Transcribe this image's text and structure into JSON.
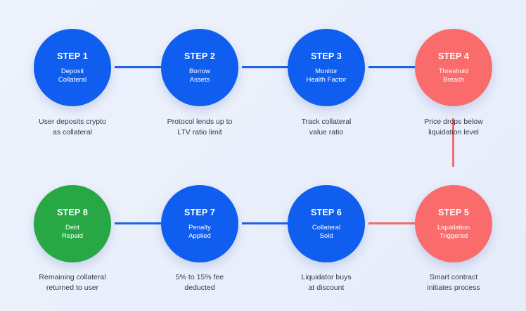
{
  "colors": {
    "blue": "#0f5ef0",
    "red": "#fa6b6b",
    "green": "#27a844",
    "connector_blue": "#1e62e8",
    "connector_red": "#f06e6e"
  },
  "steps": [
    {
      "title": "STEP 1",
      "label": [
        "Deposit",
        "Collateral"
      ],
      "desc": [
        "User deposits crypto",
        "as collateral"
      ],
      "color": "#0f5ef0"
    },
    {
      "title": "STEP 2",
      "label": [
        "Borrow",
        "Assets"
      ],
      "desc": [
        "Protocol lends up to",
        "LTV ratio limit"
      ],
      "color": "#0f5ef0"
    },
    {
      "title": "STEP 3",
      "label": [
        "Monitor",
        "Health Factor"
      ],
      "desc": [
        "Track collateral",
        "value ratio"
      ],
      "color": "#0f5ef0"
    },
    {
      "title": "STEP 4",
      "label": [
        "Threshold",
        "Breach"
      ],
      "desc": [
        "Price drops below",
        "liquidation level"
      ],
      "color": "#fa6b6b"
    },
    {
      "title": "STEP 5",
      "label": [
        "Liquidation",
        "Triggered"
      ],
      "desc": [
        "Smart contract",
        "initiates process"
      ],
      "color": "#fa6b6b"
    },
    {
      "title": "STEP 6",
      "label": [
        "Collateral",
        "Sold"
      ],
      "desc": [
        "Liquidator buys",
        "at discount"
      ],
      "color": "#0f5ef0"
    },
    {
      "title": "STEP 7",
      "label": [
        "Penalty",
        "Applied"
      ],
      "desc": [
        "5% to 15% fee",
        "deducted"
      ],
      "color": "#0f5ef0"
    },
    {
      "title": "STEP 8",
      "label": [
        "Debt",
        "Repaid"
      ],
      "desc": [
        "Remaining collateral",
        "returned to user"
      ],
      "color": "#27a844"
    }
  ]
}
